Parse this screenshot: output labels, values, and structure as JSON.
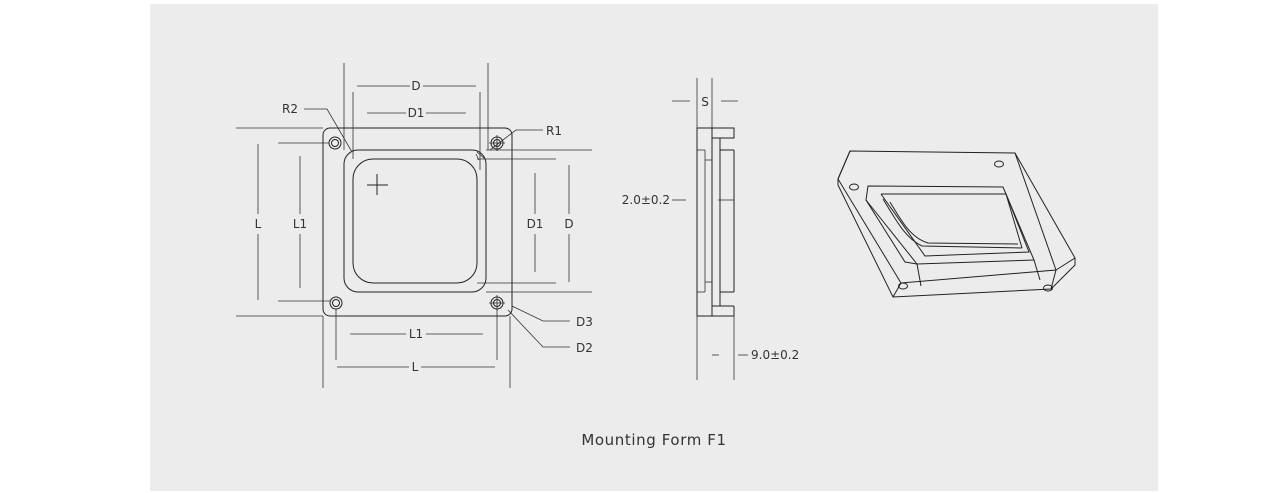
{
  "caption": "Mounting Form F1",
  "front_view": {
    "top_dim_outer": "D",
    "top_dim_inner": "D1",
    "right_dim_inner": "D1",
    "right_dim_outer": "D",
    "left_dim_outer": "L",
    "left_dim_inner": "L1",
    "bottom_dim_inner": "L1",
    "bottom_dim_outer": "L",
    "corner_radius_outer": "R2",
    "corner_radius_inner": "R1",
    "hole_dim_small": "D3",
    "hole_dim_large": "D2"
  },
  "side_view": {
    "thickness": "S",
    "flange_height": "2.0±0.2",
    "depth": "9.0±0.2"
  },
  "colors": {
    "panel_background": "#ececec",
    "line": "#222222",
    "text": "#333333"
  }
}
